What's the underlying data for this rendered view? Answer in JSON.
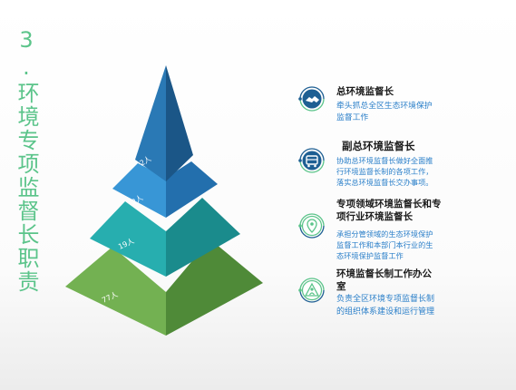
{
  "title": "3.环境专项监督长职责",
  "colors": {
    "accent_green": "#5bc48a",
    "tier1": "#1e5f93",
    "tier2": "#2a84c6",
    "tier3": "#22a3a4",
    "tier4": "#6aa84f",
    "desc_blue": "#2a7fc9"
  },
  "pyramid": {
    "tiers": [
      {
        "label": "2人"
      },
      {
        "label": "2人"
      },
      {
        "label": "19人"
      },
      {
        "label": "77人"
      }
    ]
  },
  "items": [
    {
      "icon": "handshake-icon",
      "title_lines": [
        "总环境监督长"
      ],
      "desc_lines": [
        "牵头抓总全区生态环境保护",
        "监督工作"
      ]
    },
    {
      "icon": "truck-icon",
      "title_lines": [
        "副总环境监督长"
      ],
      "desc_lines": [
        "协助总环境监督长做好全面推",
        "行环境监督长制的各项工作，",
        "落实总环境监督长交办事项。"
      ]
    },
    {
      "icon": "location-icon",
      "title_lines": [
        "专项领域环境监督长和专",
        "项行业环境监督长"
      ],
      "desc_lines": [
        "承担分管领域的生态环境保护",
        "监督工作和本部门本行业的生",
        "态环境保护监督工作"
      ]
    },
    {
      "icon": "triangle-person-icon",
      "title_lines": [
        "环境监督长制工作办公",
        "室"
      ],
      "desc_lines": [
        "负责全区环境专项监督长制",
        "的组织体系建设和运行管理"
      ]
    }
  ]
}
